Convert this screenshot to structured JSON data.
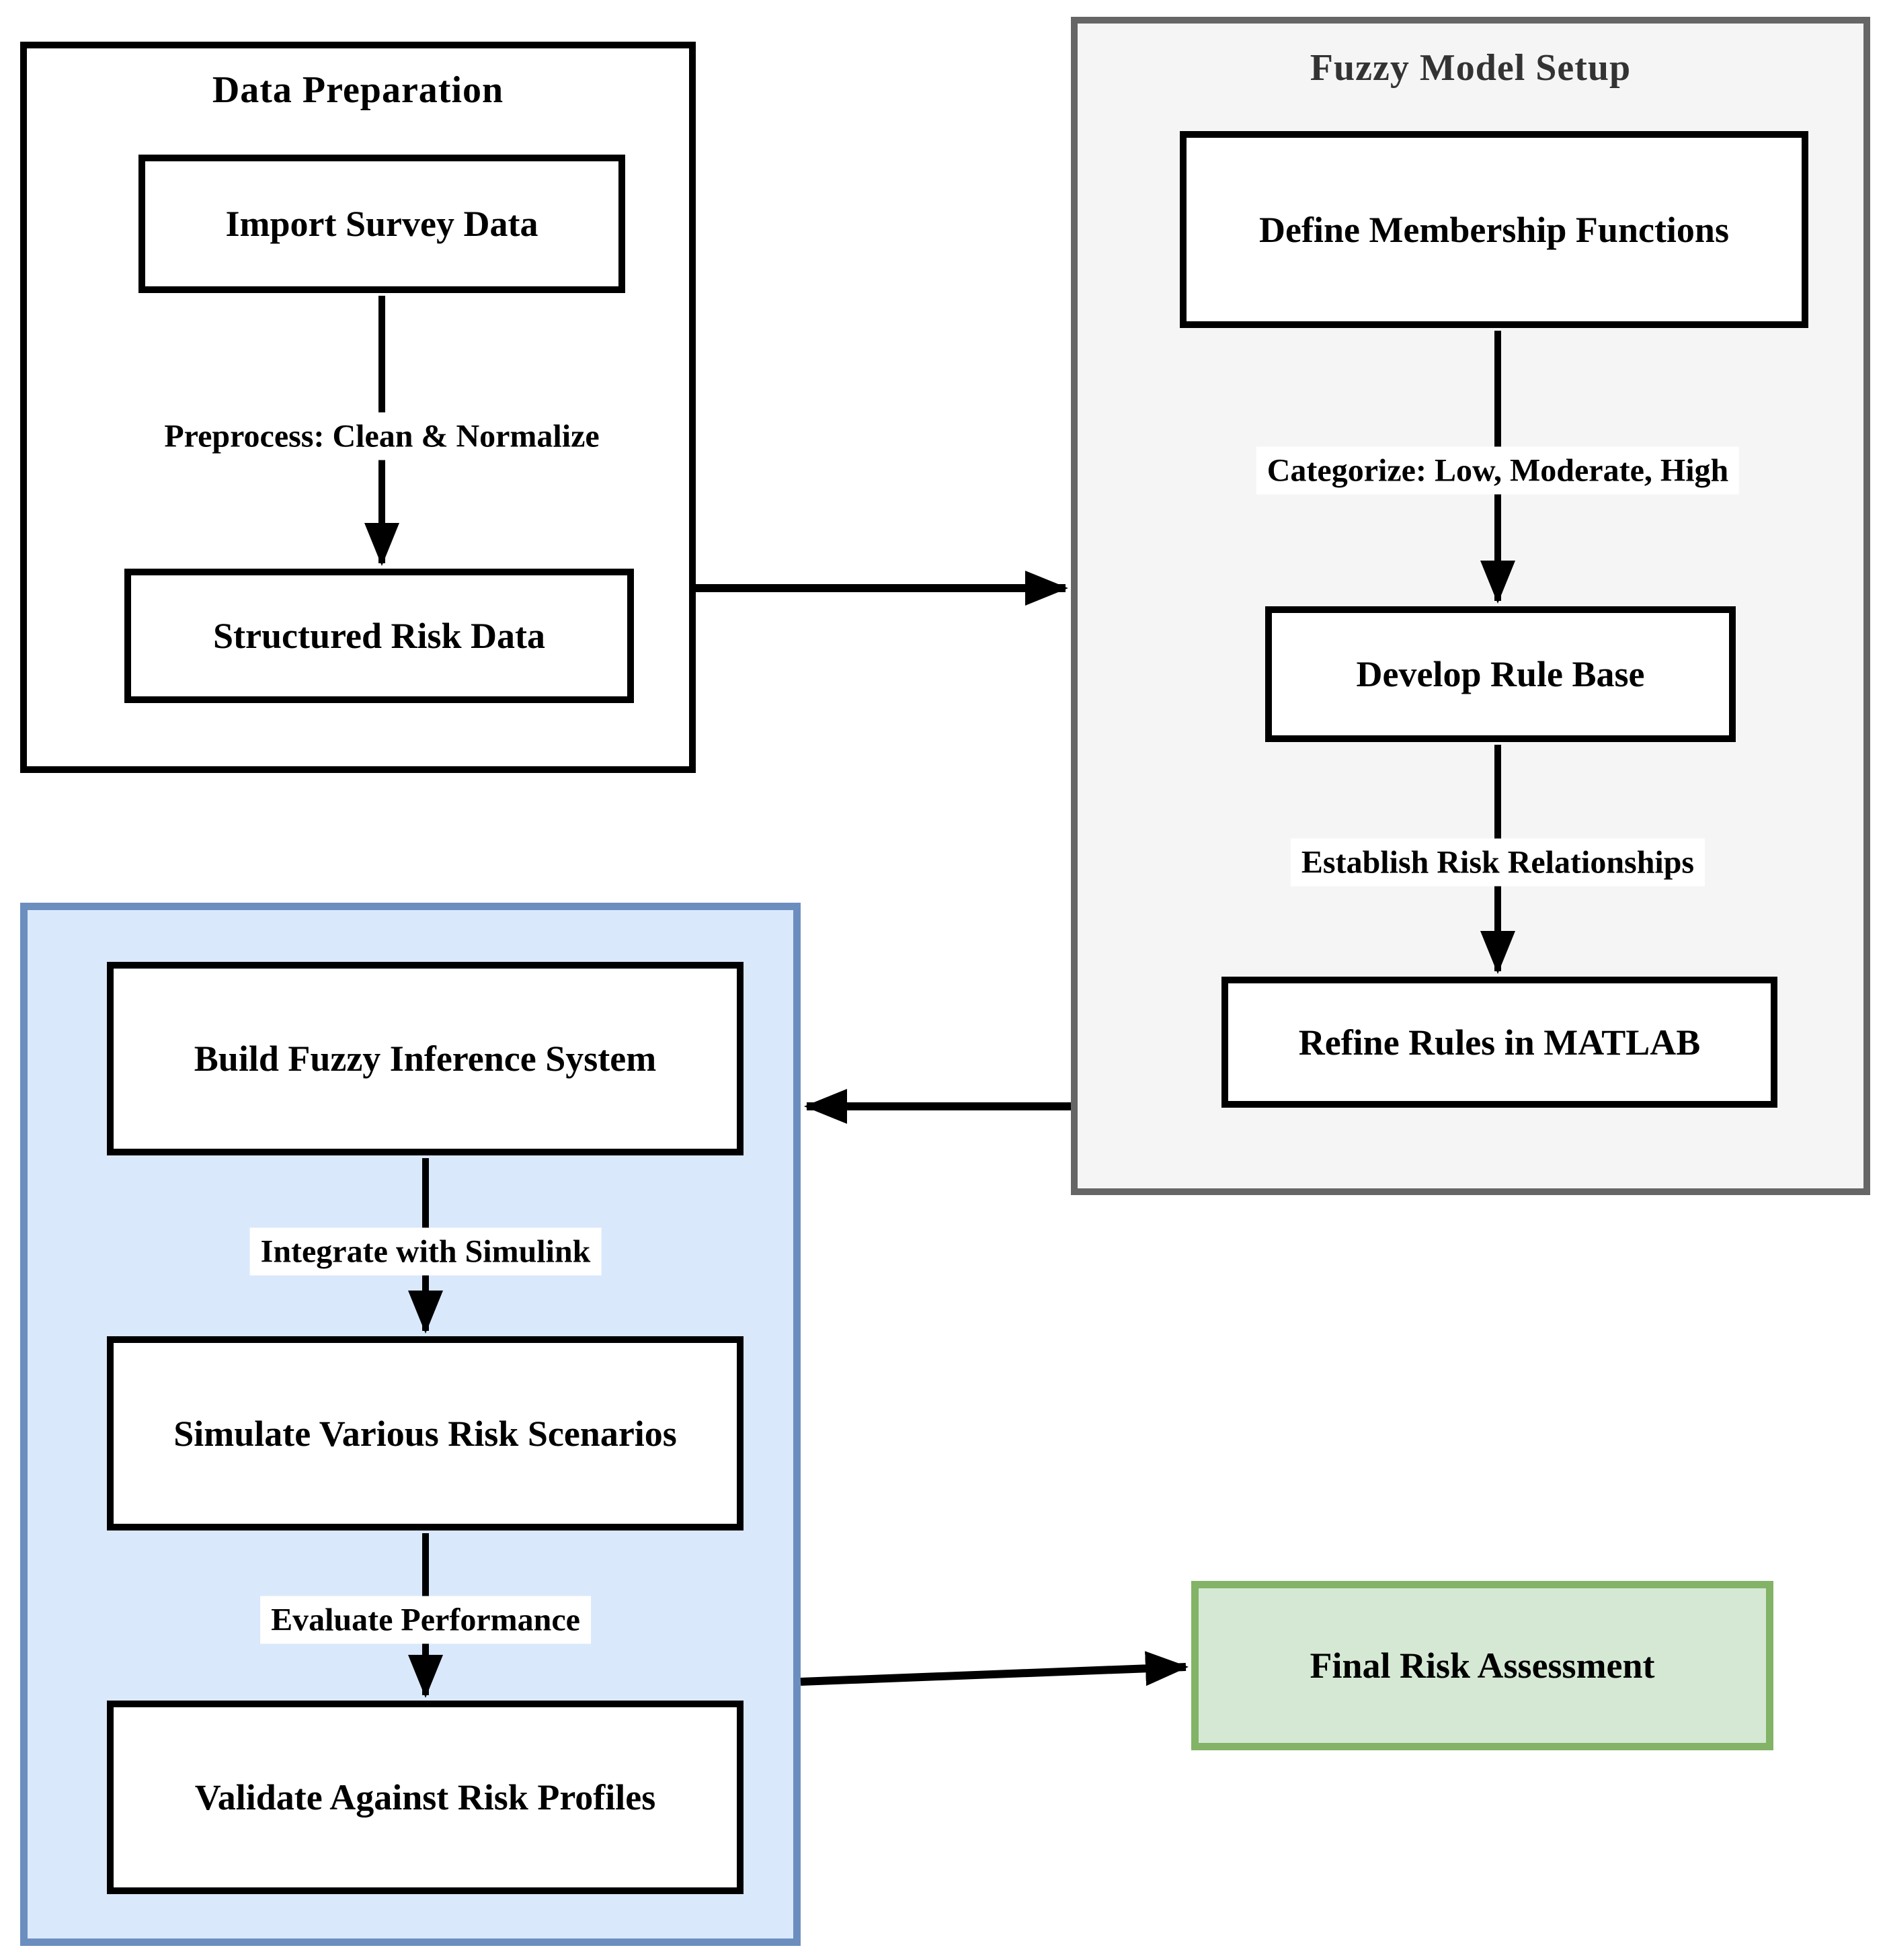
{
  "diagram": {
    "background": "#ffffff",
    "groups": {
      "data_preparation": {
        "title": "Data Preparation",
        "fill": "#ffffff",
        "stroke": "#000000"
      },
      "fuzzy_model_setup": {
        "title": "Fuzzy Model Setup",
        "fill": "#f5f5f5",
        "stroke": "#666666",
        "title_color": "#333333"
      },
      "simulation": {
        "fill": "#dae8fc",
        "stroke": "#6c8ebf"
      }
    },
    "nodes": {
      "import_survey": {
        "label": "Import Survey Data",
        "fill": "#ffffff",
        "stroke": "#000000"
      },
      "structured_risk": {
        "label": "Structured Risk Data",
        "fill": "#ffffff",
        "stroke": "#000000"
      },
      "define_membership": {
        "label": "Define Membership Functions",
        "fill": "#ffffff",
        "stroke": "#000000"
      },
      "develop_rule_base": {
        "label": "Develop Rule Base",
        "fill": "#ffffff",
        "stroke": "#000000"
      },
      "refine_rules": {
        "label": "Refine Rules in MATLAB",
        "fill": "#ffffff",
        "stroke": "#000000"
      },
      "build_fis": {
        "label": "Build Fuzzy Inference System",
        "fill": "#ffffff",
        "stroke": "#000000"
      },
      "simulate_scenarios": {
        "label": "Simulate Various Risk Scenarios",
        "fill": "#ffffff",
        "stroke": "#000000"
      },
      "validate_profiles": {
        "label": "Validate Against Risk Profiles",
        "fill": "#ffffff",
        "stroke": "#000000"
      },
      "final_assessment": {
        "label": "Final Risk Assessment",
        "fill": "#d5e8d4",
        "stroke": "#82b366"
      }
    },
    "edge_labels": {
      "preprocess": {
        "label": "Preprocess: Clean & Normalize"
      },
      "categorize": {
        "label": "Categorize: Low, Moderate, High"
      },
      "establish": {
        "label": "Establish Risk Relationships"
      },
      "integrate": {
        "label": "Integrate with Simulink"
      },
      "evaluate": {
        "label": "Evaluate Performance"
      }
    },
    "arrow_color": "#000000"
  }
}
